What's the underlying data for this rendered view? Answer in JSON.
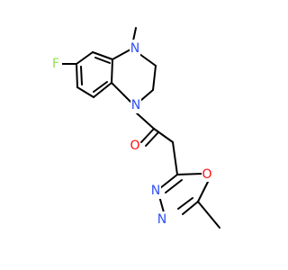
{
  "molecule": {
    "atoms": [
      {
        "id": "a1",
        "label": "F",
        "color": "#90e050"
      },
      {
        "id": "a2",
        "label": "N",
        "color": "#3050f8"
      },
      {
        "id": "a3",
        "label": "N",
        "color": "#3050f8"
      },
      {
        "id": "a4",
        "label": "O",
        "color": "#ff0d0d"
      },
      {
        "id": "a5",
        "label": "O",
        "color": "#ff0d0d"
      },
      {
        "id": "a6",
        "label": "N",
        "color": "#3050f8"
      },
      {
        "id": "a7",
        "label": "N",
        "color": "#3050f8"
      }
    ],
    "bond_color": "#000000"
  }
}
